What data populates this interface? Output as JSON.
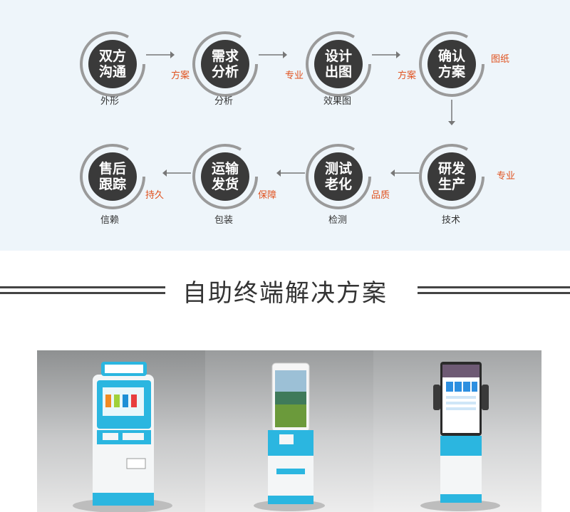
{
  "process": {
    "steps": [
      {
        "line1": "双方",
        "line2": "沟通"
      },
      {
        "line1": "需求",
        "line2": "分析"
      },
      {
        "line1": "设计",
        "line2": "出图"
      },
      {
        "line1": "确认",
        "line2": "方案"
      },
      {
        "line1": "研发",
        "line2": "生产"
      },
      {
        "line1": "测试",
        "line2": "老化"
      },
      {
        "line1": "运输",
        "line2": "发货"
      },
      {
        "line1": "售后",
        "line2": "跟踪"
      }
    ],
    "labels": {
      "s1_below": "外形",
      "s1_right": "方案",
      "s2_below": "分析",
      "s2_right": "专业",
      "s3_below": "效果图",
      "s3_right": "方案",
      "s4_right": "图纸",
      "s5_right": "专业",
      "s5_below": "技术",
      "s6_left": "品质",
      "s6_below": "检测",
      "s7_left": "保障",
      "s7_below": "包装",
      "s8_left": "持久",
      "s8_below": "信赖"
    }
  },
  "section_title": "自助终端解决方案",
  "colors": {
    "circle": "#3a3a3a",
    "ring": "#9a9a9a",
    "accent": "#e0521f",
    "kiosk": "#2bb6e0"
  }
}
